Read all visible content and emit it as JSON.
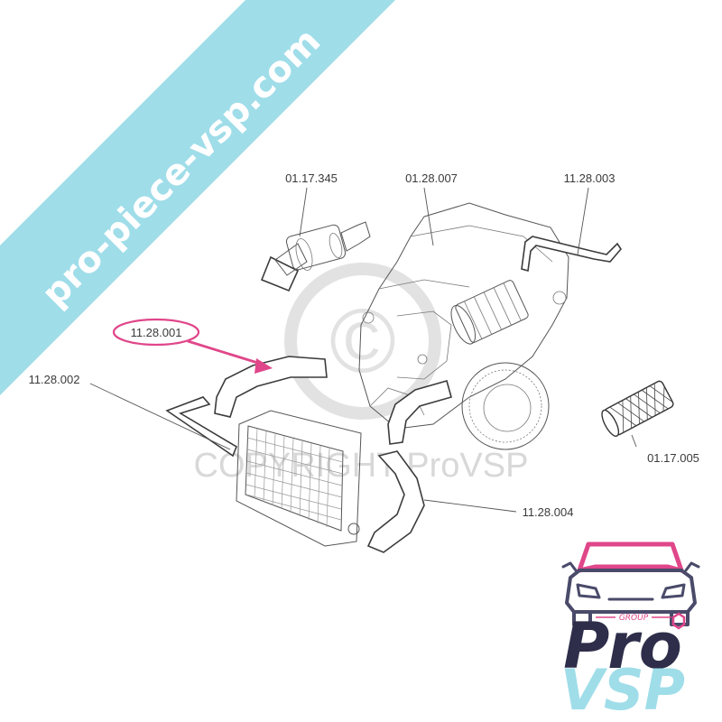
{
  "banner": {
    "text": "pro-piece-vsp.com",
    "color": "#9fdde9"
  },
  "watermark": {
    "text": "COPYRIGHT ProVSP",
    "symbol": "©"
  },
  "parts": [
    {
      "id": "p1",
      "ref": "01.17.345"
    },
    {
      "id": "p2",
      "ref": "01.28.007"
    },
    {
      "id": "p3",
      "ref": "11.28.003"
    },
    {
      "id": "p4",
      "ref": "11.28.001",
      "highlighted": true
    },
    {
      "id": "p5",
      "ref": "11.28.002"
    },
    {
      "id": "p6",
      "ref": "01.17.005"
    },
    {
      "id": "p7",
      "ref": "11.28.004"
    }
  ],
  "highlight_color": "#e0468a",
  "logo": {
    "group": "GROUP",
    "line1": "Pro",
    "line2": "VSP",
    "dark": "#2e2e4a",
    "light": "#9fdde9",
    "accent": "#e0468a"
  }
}
